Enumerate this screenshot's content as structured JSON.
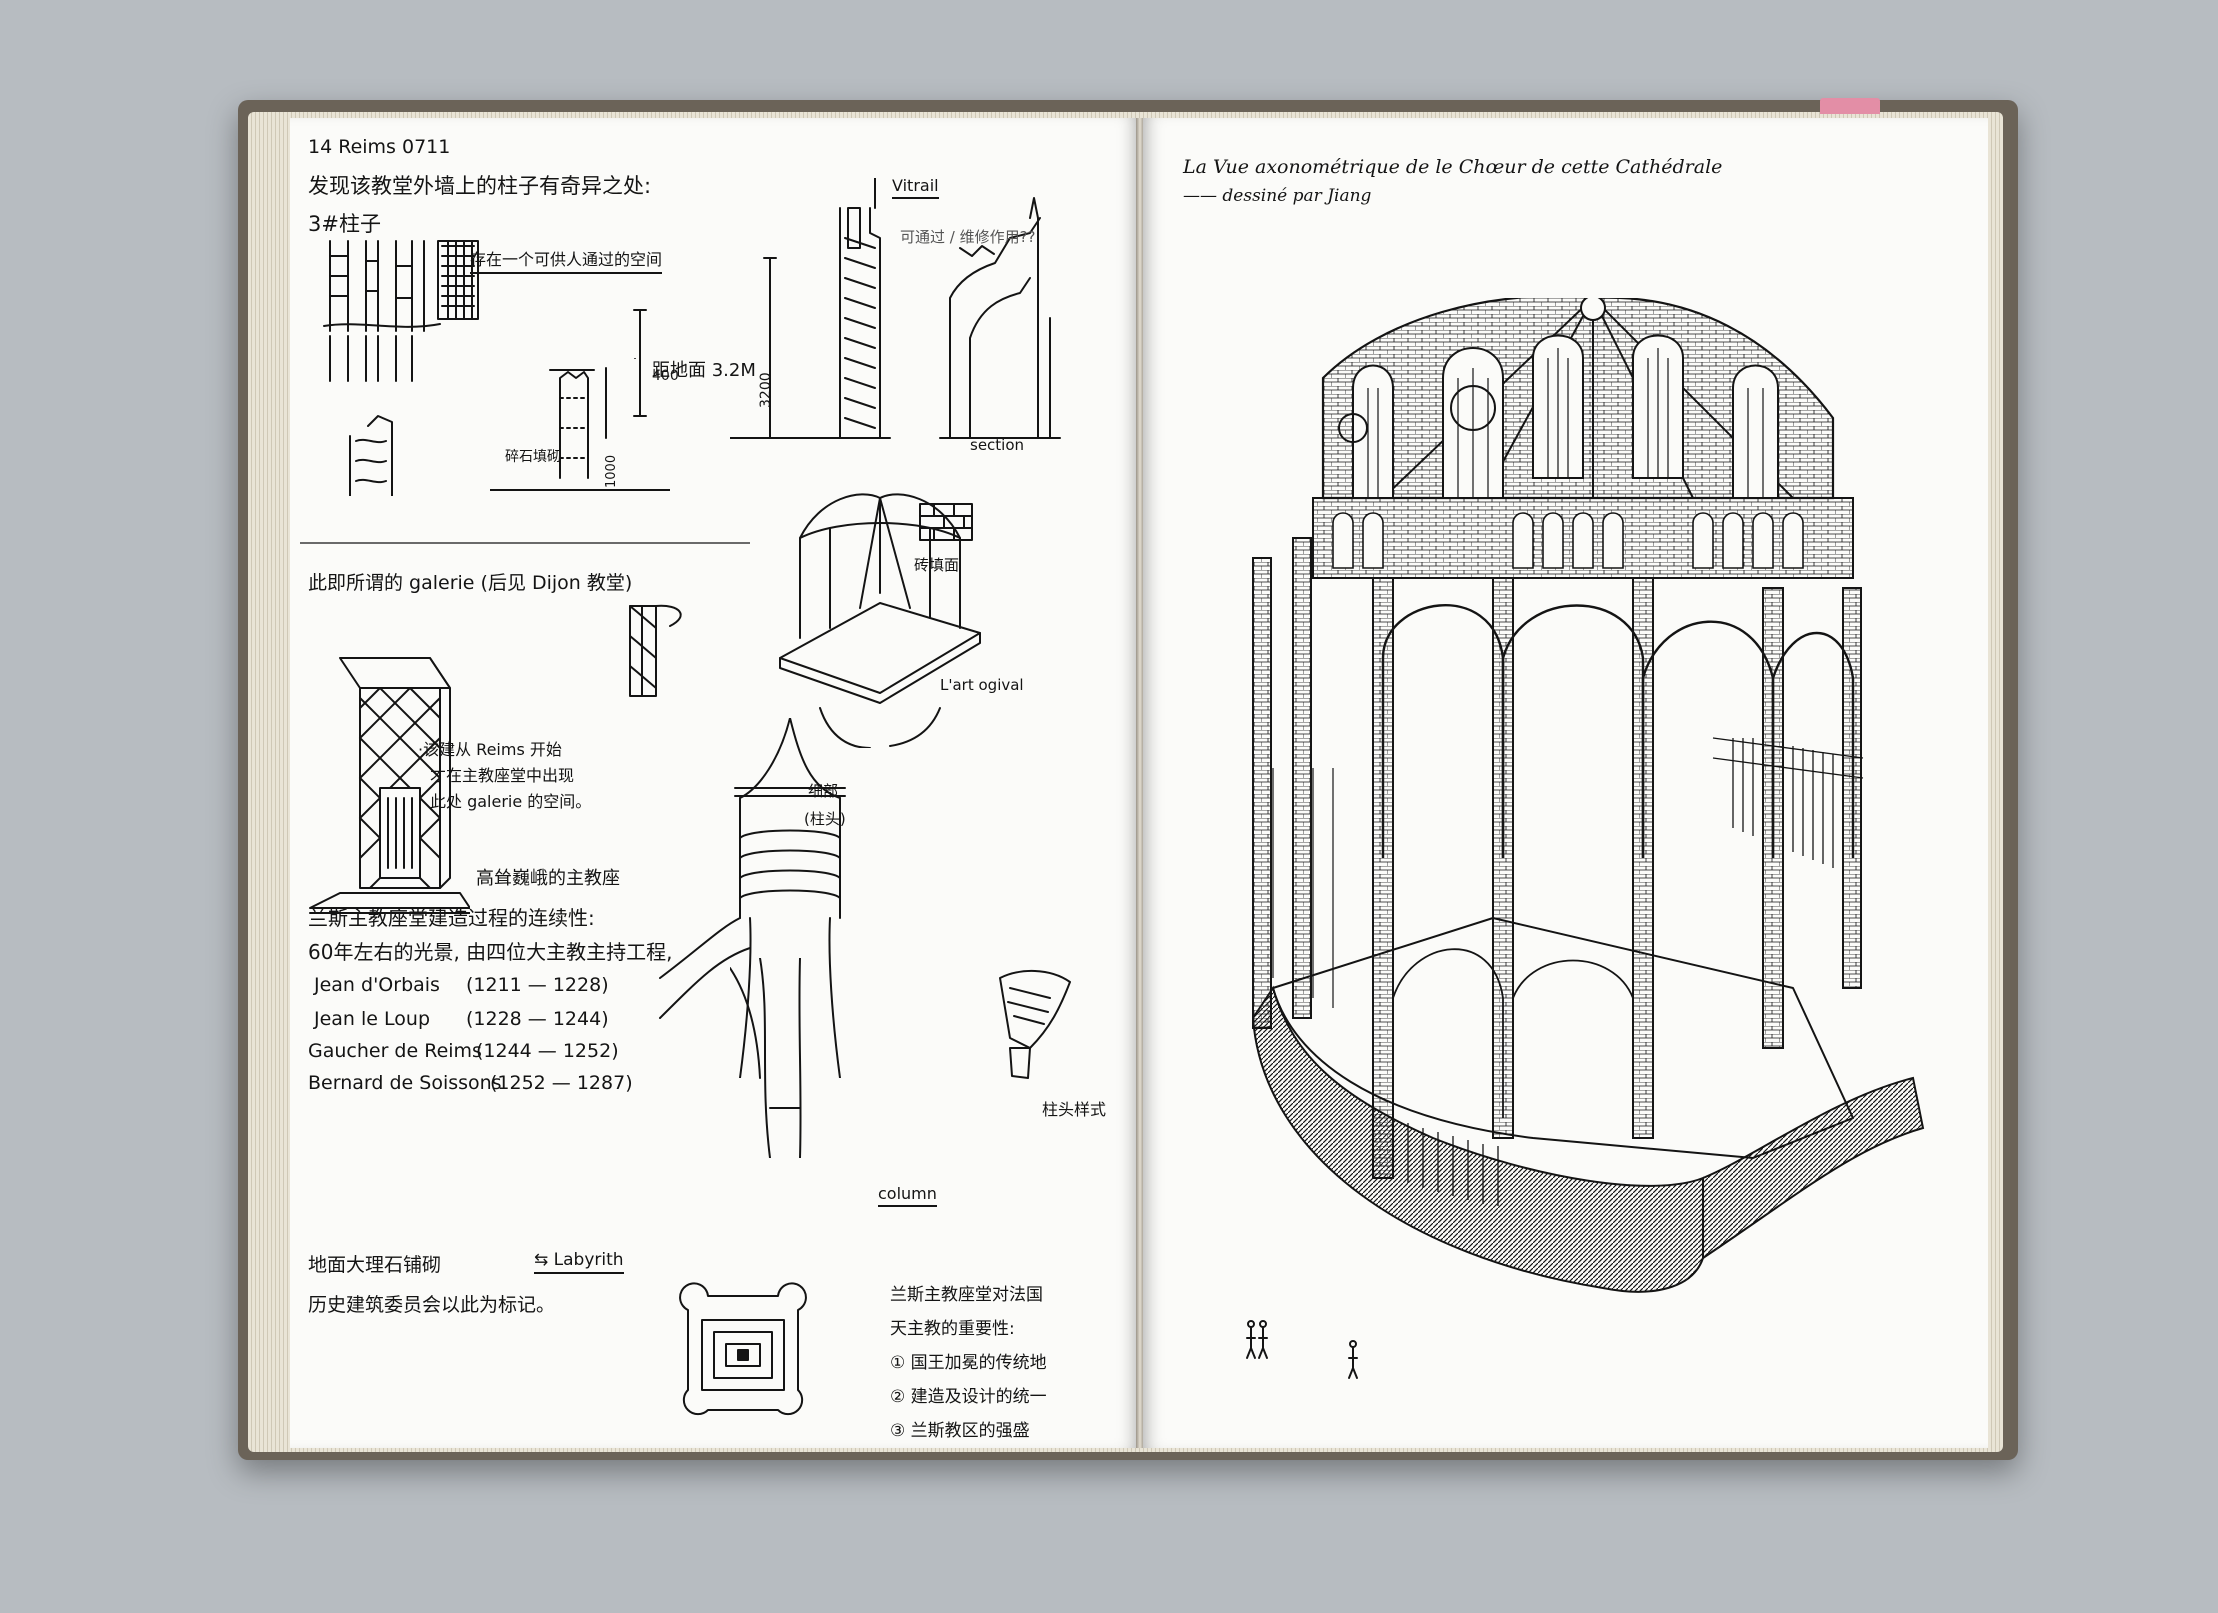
{
  "left_page": {
    "header": "14 Reims    0711",
    "intro": "发现该教堂外墙上的柱子有奇异之处:",
    "columns_label": "3#柱子",
    "space_note": "存在一个可供人通过的空间",
    "height_note": "距地面 3.2M",
    "dim_400": "400",
    "dim_1000": "1000",
    "dim_3200": "3200",
    "stone_note": "碎石填砌",
    "vitrail": "Vitrail",
    "pass_note": "可通过 / 维修作用??",
    "section": "section",
    "galerie_note": "此即所谓的 galerie (后见 Dijon 教堂)",
    "brick_label": "砖填面",
    "art_ogival": "L'art ogival",
    "reims_note_1": "·该建从 Reims 开始",
    "reims_note_2": "才在主教座堂中出现",
    "reims_note_3": "此处 galerie 的空间。",
    "detail_label_1": "细部",
    "detail_label_2": "(柱头)",
    "cathedral_note": "高耸巍峨的主教座",
    "history_1": "兰斯主教座堂建造过程的连续性:",
    "history_2": "60年左右的光景, 由四位大主教主持工程,",
    "architects": [
      {
        "name": "Jean d'Orbais",
        "years": "(1211 — 1228)"
      },
      {
        "name": "Jean le Loup",
        "years": "(1228 — 1244)"
      },
      {
        "name": "Gaucher de Reims",
        "years": "(1244 — 1252)"
      },
      {
        "name": "Bernard de Soissons",
        "years": "(1252 — 1287)"
      }
    ],
    "column_label": "column",
    "capital_label": "柱头样式",
    "floor_note": "地面大理石铺砌",
    "labyrinth": "⇆ Labyrith",
    "committee_note": "历史建筑委员会以此为标记。",
    "law_1": "兰斯主教座堂对法国",
    "law_2": "天主教的重要性:",
    "law_3": "① 国王加冕的传统地",
    "law_4": "② 建造及设计的统一",
    "law_5": "③ 兰斯教区的强盛"
  },
  "right_page": {
    "title": "La Vue axonométrique de le Chœur de cette Cathédrale",
    "byline": "—— dessiné par Jiang"
  },
  "colors": {
    "ink": "#141414",
    "paper": "#fbfbf9",
    "background": "#b7bcc1",
    "tab": "#e38ea6"
  }
}
